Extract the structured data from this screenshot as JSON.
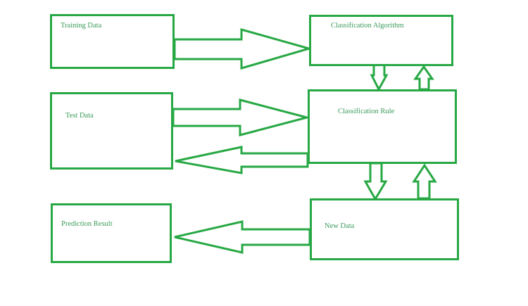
{
  "diagram": {
    "title": "Classification process flow",
    "stroke_color": "#27a844",
    "text_color": "#3a9a5a",
    "nodes": [
      {
        "id": "training-data",
        "label": "Training Data"
      },
      {
        "id": "classification-algorithm",
        "label": "Classification Algorithm"
      },
      {
        "id": "test-data",
        "label": "Test Data"
      },
      {
        "id": "classification-rule",
        "label": "Classification Rule"
      },
      {
        "id": "prediction-result",
        "label": "Prediction Result"
      },
      {
        "id": "new-data",
        "label": "New Data"
      }
    ],
    "edges": [
      {
        "from": "training-data",
        "to": "classification-algorithm"
      },
      {
        "from": "classification-algorithm",
        "to": "classification-rule"
      },
      {
        "from": "classification-rule",
        "to": "classification-algorithm"
      },
      {
        "from": "test-data",
        "to": "classification-rule"
      },
      {
        "from": "classification-rule",
        "to": "test-data"
      },
      {
        "from": "classification-rule",
        "to": "new-data"
      },
      {
        "from": "new-data",
        "to": "classification-rule"
      },
      {
        "from": "new-data",
        "to": "prediction-result"
      }
    ]
  }
}
